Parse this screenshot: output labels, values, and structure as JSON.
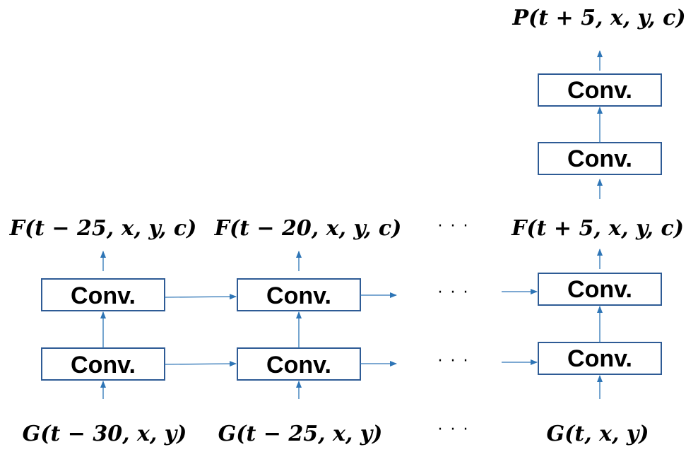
{
  "box_label": "Conv.",
  "labels": {
    "output": "P(t + 5, x, y, c)",
    "f_col1": "F(t − 25, x, y, c)",
    "f_col2": "F(t − 20, x, y, c)",
    "f_col3": "F(t + 5, x, y, c)",
    "g_col1": "G(t − 30, x, y)",
    "g_col2": "G(t − 25, x, y)",
    "g_col3": "G(t, x, y)"
  },
  "ellipsis": "· · ·",
  "colors": {
    "box_border": "#2e5b95",
    "arrow": "#2e75b6",
    "text": "#000000"
  }
}
